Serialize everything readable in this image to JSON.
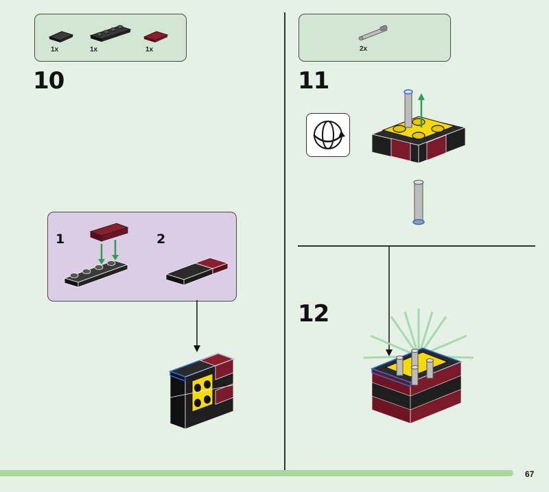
{
  "steps": [
    {
      "number": "10",
      "parts": [
        {
          "qty": "1x",
          "icon": "black-tile-1x2-icon"
        },
        {
          "qty": "1x",
          "icon": "black-plate-1x4-icon"
        },
        {
          "qty": "1x",
          "icon": "dark-red-tile-1x2-icon"
        }
      ]
    },
    {
      "number": "11",
      "parts": [
        {
          "qty": "2x",
          "icon": "gray-bar-icon"
        }
      ]
    },
    {
      "number": "12"
    }
  ],
  "substeps": [
    "1",
    "2"
  ],
  "page_number": "67",
  "colors": {
    "background": "#e6f1e6",
    "parts_box": "#d3e6d3",
    "callout": "#dccde6",
    "green_arrow": "#2e9e4e",
    "page_bar": "#a9d89a",
    "dark_red": "#7a1a2a",
    "yellow": "#f5d90a",
    "black_brick": "#1e1e1e"
  }
}
